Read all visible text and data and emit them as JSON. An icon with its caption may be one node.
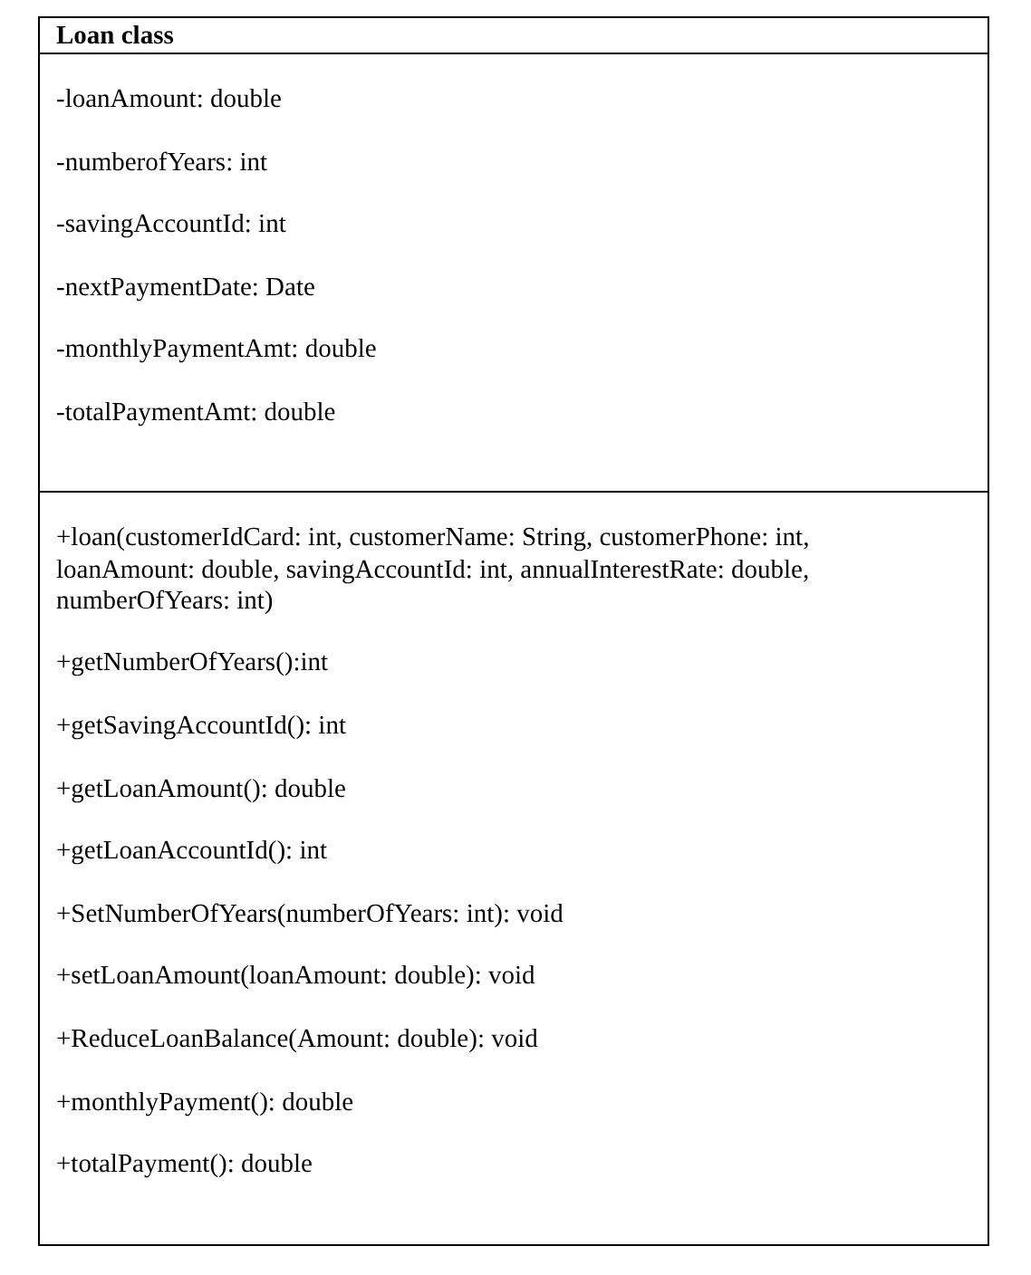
{
  "diagram": {
    "nodes": [
      {
        "text": [
          "Loan class"
        ]
      },
      {
        "text": [
          "-loanAmount: double",
          "-numberofYears: int",
          "-savingAccountId: int",
          "-nextPaymentDate: Date",
          "-monthlyPaymentAmt: double",
          "-totalPaymentAmt: double"
        ]
      },
      {
        "text": [
          "+loan(customerIdCard: int, customerName: String, customerPhone: int, loanAmount: double, savingAccountId: int, annualInterestRate: double, numberOfYears: int)",
          "+getNumberOfYears():int",
          "+getSavingAccountId(): int",
          "+getLoanAmount(): double",
          "+getLoanAccountId(): int",
          "+SetNumberOfYears(numberOfYears: int): void",
          "+setLoanAmount(loanAmount: double): void",
          "+ReduceLoanBalance(Amount: double): void",
          "+monthlyPayment(): double",
          "+totalPayment(): double"
        ]
      }
    ]
  }
}
